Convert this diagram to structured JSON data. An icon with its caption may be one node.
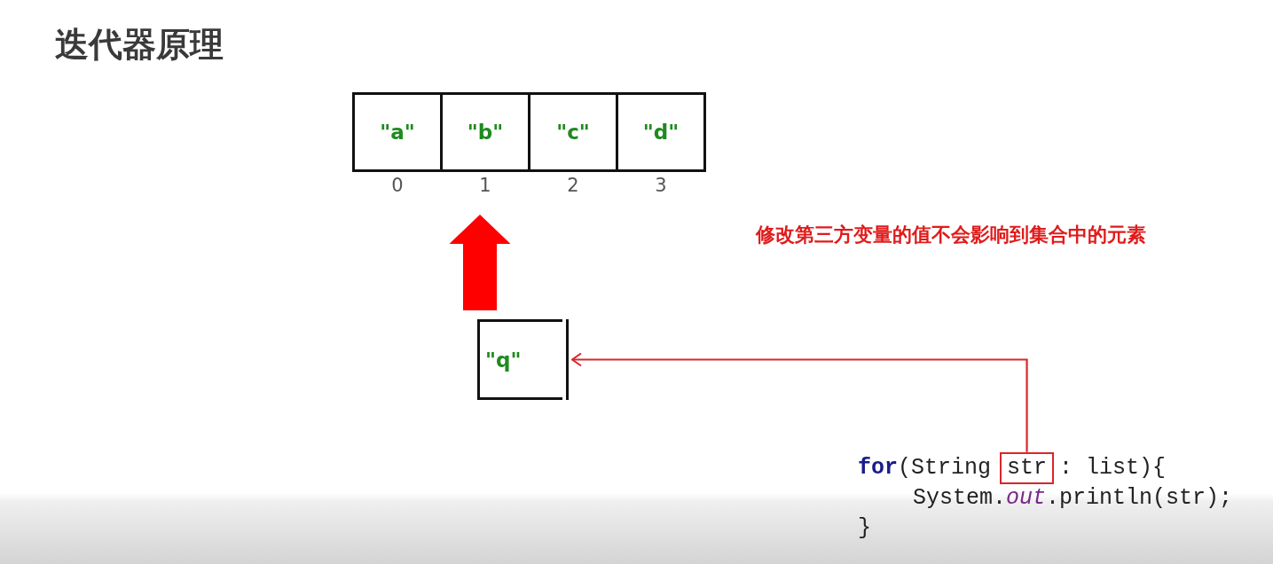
{
  "diagram": {
    "title": "迭代器原理",
    "nodes": [
      {
        "text": [
          "\"a\""
        ],
        "beside": [
          "0"
        ]
      },
      {
        "text": [
          "\"b\""
        ],
        "beside": [
          "1"
        ]
      },
      {
        "text": [
          "\"c\""
        ],
        "beside": [
          "2"
        ]
      },
      {
        "text": [
          "\"d\""
        ],
        "beside": [
          "3"
        ]
      },
      {
        "text": [
          "\"q\""
        ]
      },
      {
        "text": [
          "str"
        ]
      }
    ],
    "edges": [
      {
        "from": 4,
        "to": 1,
        "arrow": "to",
        "style": "thick",
        "color": "#ff0000"
      },
      {
        "from": 5,
        "to": 4,
        "arrow": "to",
        "color": "#d9262b"
      }
    ],
    "labels": [
      "修改第三方变量的值不会影响到集合中的元素",
      "**for**(String",
      ": list){",
      "System.*out*.println(str);",
      "}"
    ]
  }
}
